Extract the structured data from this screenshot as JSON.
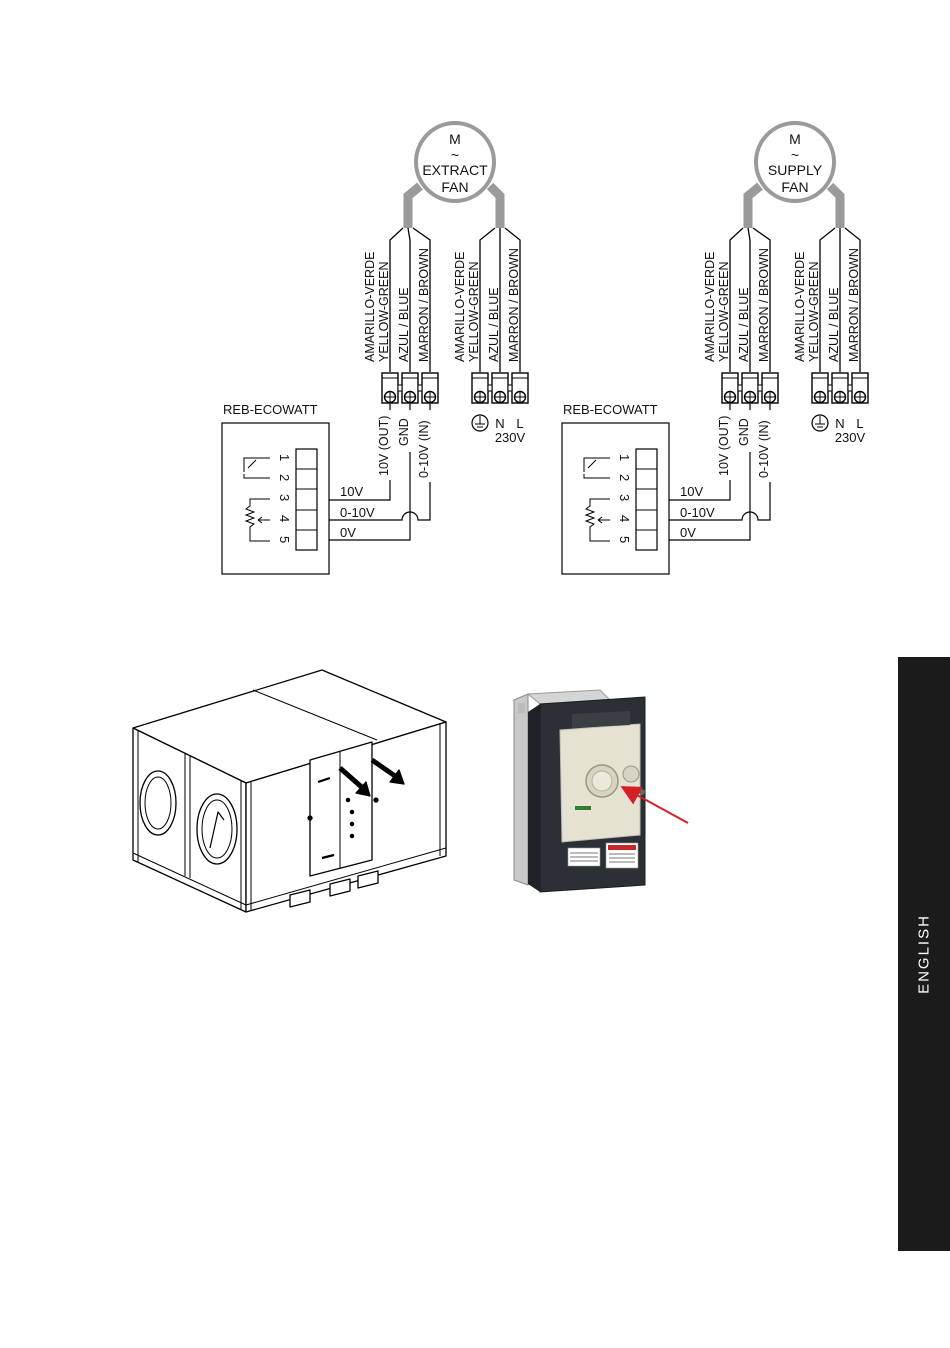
{
  "section_tab": {
    "label": "ENGLISH"
  },
  "diagrams": [
    {
      "controller_label": "REB-ECOWATT",
      "fan": {
        "symbol": "M",
        "tilde": "~",
        "line1": "EXTRACT",
        "line2": "FAN"
      },
      "wires": [
        "AMARILLO-VERDE",
        "YELLOW-GREEN",
        "AZUL / BLUE",
        "MARRON / BROWN"
      ],
      "control_labels": [
        "10V (OUT)",
        "GND",
        "0-10V (IN)"
      ],
      "power_labels": {
        "n": "N",
        "l": "L",
        "voltage": "230V"
      },
      "terminals": [
        "1",
        "2",
        "3",
        "4",
        "5"
      ],
      "signals": [
        "10V",
        "0-10V",
        "0V"
      ]
    },
    {
      "controller_label": "REB-ECOWATT",
      "fan": {
        "symbol": "M",
        "tilde": "~",
        "line1": "SUPPLY",
        "line2": "FAN"
      },
      "wires": [
        "AMARILLO-VERDE",
        "YELLOW-GREEN",
        "AZUL / BLUE",
        "MARRON / BROWN"
      ],
      "control_labels": [
        "10V (OUT)",
        "GND",
        "0-10V (IN)"
      ],
      "power_labels": {
        "n": "N",
        "l": "L",
        "voltage": "230V"
      },
      "terminals": [
        "1",
        "2",
        "3",
        "4",
        "5"
      ],
      "signals": [
        "10V",
        "0-10V",
        "0V"
      ]
    }
  ],
  "colors": {
    "cable_sheath": "#9a9a9a",
    "arrow": "#d32027",
    "drive_body": "#2a3035",
    "drive_panel": "#e6e2d2"
  }
}
